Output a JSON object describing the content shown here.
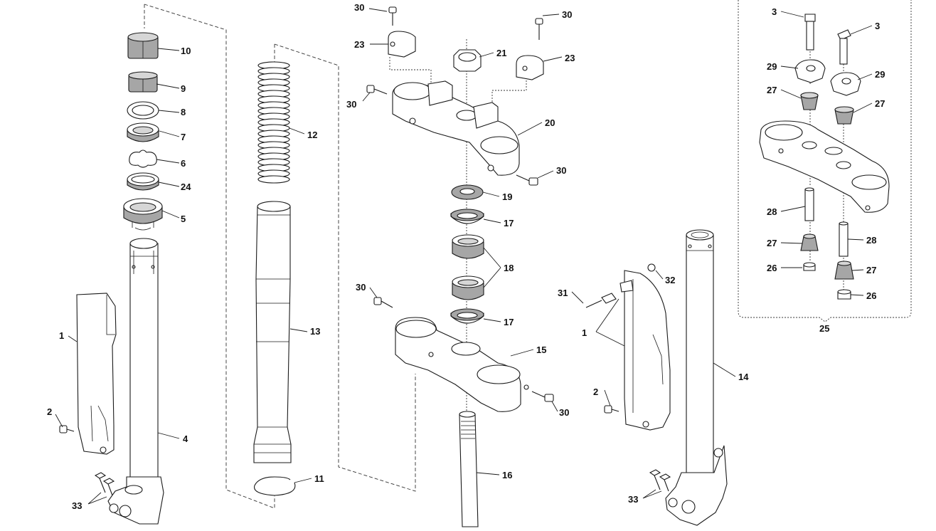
{
  "callouts": {
    "c1": "1",
    "c2": "2",
    "c3": "3",
    "c4": "4",
    "c5": "5",
    "c6": "6",
    "c7": "7",
    "c8": "8",
    "c9": "9",
    "c10": "10",
    "c11": "11",
    "c12": "12",
    "c13": "13",
    "c14": "14",
    "c15": "15",
    "c16": "16",
    "c17": "17",
    "c18": "18",
    "c19": "19",
    "c20": "20",
    "c21": "21",
    "c23": "23",
    "c24": "24",
    "c25": "25",
    "c26": "26",
    "c27": "27",
    "c28": "28",
    "c29": "29",
    "c30": "30",
    "c31": "31",
    "c32": "32",
    "c33": "33"
  },
  "colors": {
    "line": "#1a1a1a",
    "shade": "#a6a6a6",
    "light_shade": "#d6d6d6",
    "background": "#ffffff"
  }
}
